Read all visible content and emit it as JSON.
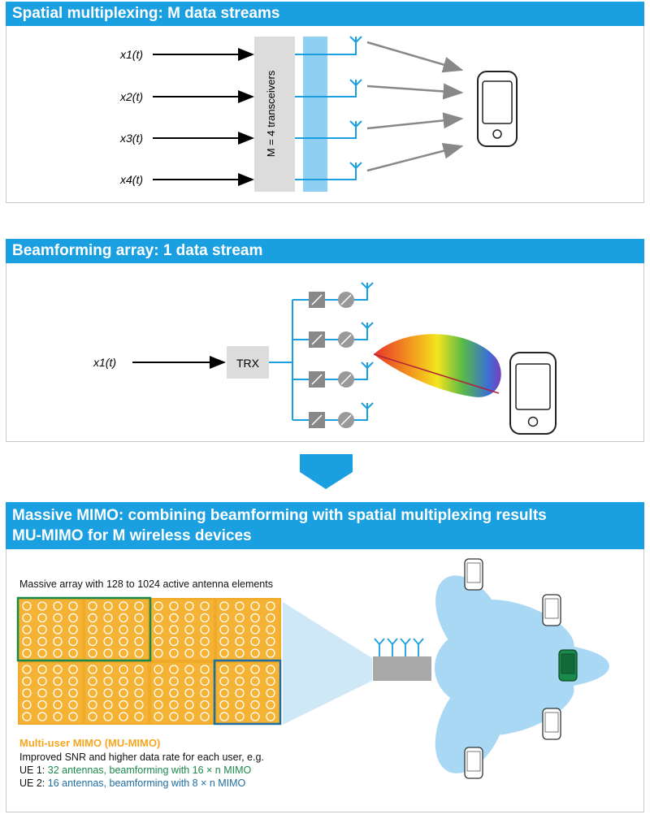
{
  "panel1": {
    "title": "Spatial multiplexing: M data streams",
    "inputs": [
      "x1(t)",
      "x2(t)",
      "x3(t)",
      "x4(t)"
    ],
    "transceivers_label": "M = 4 transceivers"
  },
  "plus_sign": "+",
  "panel2": {
    "title": "Beamforming array: 1 data stream",
    "input": "x1(t)",
    "trx_label": "TRX"
  },
  "panel3": {
    "title_line1": "Massive MIMO: combining beamforming with spatial multiplexing results",
    "title_line2": "MU-MIMO for M wireless devices",
    "array_caption": "Massive array with 128 to 1024 active antenna elements",
    "mu_title": "Multi-user MIMO (MU-MIMO)",
    "mu_desc": "Improved SNR and higher data rate for each user, e.g.",
    "ue1_prefix": "UE 1: ",
    "ue1_text": "32 antennas, beamforming with 16 × n MIMO",
    "ue2_prefix": "UE 2: ",
    "ue2_text": "16 antennas, beamforming with 8 × n MIMO"
  },
  "colors": {
    "header_blue": "#1a9fe0",
    "line_blue": "#1a9fe0",
    "array_orange": "#f5b335",
    "ue1_green": "#1a8a4a",
    "ue2_blue": "#1e6fa0",
    "lobe_blue": "#a9d8f5"
  }
}
